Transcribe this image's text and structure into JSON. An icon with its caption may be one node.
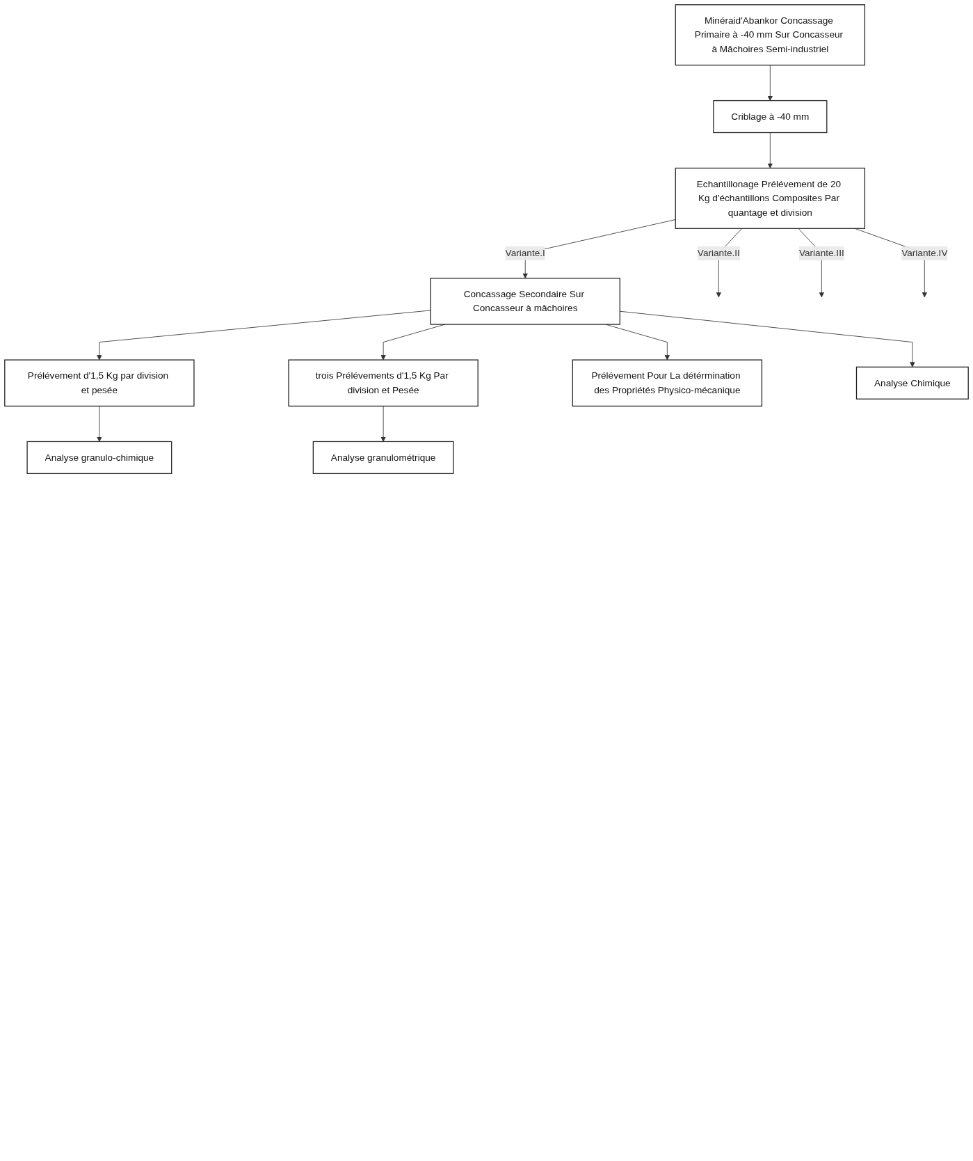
{
  "diagram": {
    "nodes": [
      {
        "text": [
          "Minéraid'Abankor Concassage Primaire à -40 mm Sur Concasseur à Mâchoires Semi-industriel"
        ]
      },
      {
        "text": [
          "Criblage à -40 mm"
        ]
      },
      {
        "text": [
          "Echantillonage Prélévement de 20 Kg d'échantillons Composites Par quantage et division"
        ]
      },
      {
        "text": [
          "Concassage Secondaire Sur Concasseur à mâchoires"
        ]
      },
      {
        "text": [
          "Prélévement d'1,5 Kg par division et pesée"
        ]
      },
      {
        "text": [
          "trois Prélévements d'1,5 Kg Par division et Pesée"
        ]
      },
      {
        "text": [
          "Prélévement Pour La détérmination des Propriétés Physico-mécanique"
        ]
      },
      {
        "text": [
          "Analyse Chimique"
        ]
      },
      {
        "text": [
          "Analyse granulo-chimique"
        ]
      },
      {
        "text": [
          "Analyse granulométrique"
        ]
      }
    ],
    "edges": [
      {
        "from": 0,
        "to": 1,
        "arrow": "to"
      },
      {
        "from": 1,
        "to": 2,
        "arrow": "to"
      },
      {
        "from": 2,
        "to": 3,
        "arrow": "to",
        "label": "Variante.I"
      },
      {
        "from": 2,
        "to": null,
        "arrow": "to",
        "label": "Variante.II"
      },
      {
        "from": 2,
        "to": null,
        "arrow": "to",
        "label": "Variante.III"
      },
      {
        "from": 2,
        "to": null,
        "arrow": "to",
        "label": "Variante.IV"
      },
      {
        "from": 3,
        "to": 4,
        "arrow": "to"
      },
      {
        "from": 3,
        "to": 5,
        "arrow": "to"
      },
      {
        "from": 3,
        "to": 6,
        "arrow": "to"
      },
      {
        "from": 3,
        "to": 7,
        "arrow": "to"
      },
      {
        "from": 4,
        "to": 8,
        "arrow": "to"
      },
      {
        "from": 5,
        "to": 9,
        "arrow": "to"
      }
    ]
  }
}
